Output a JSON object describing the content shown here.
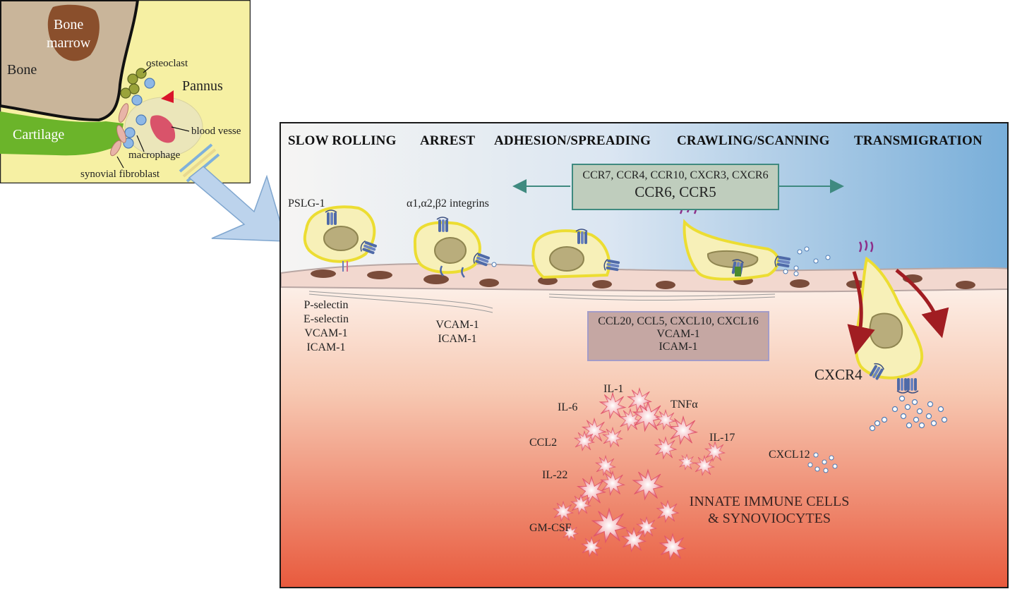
{
  "inset": {
    "labels": {
      "bone_marrow_line1": "Bone",
      "bone_marrow_line2": "marrow",
      "bone": "Bone",
      "cartilage": "Cartilage",
      "osteoclast": "osteoclast",
      "pannus": "Pannus",
      "blood_vessel": "blood vesse",
      "macrophage": "macrophage",
      "synovial_fibroblast": "synovial fibroblast"
    }
  },
  "stages": [
    "SLOW ROLLING",
    "ARREST",
    "ADHESION/SPREADING",
    "CRAWLING/SCANNING",
    "TRANSMIGRATION"
  ],
  "receptor_box": {
    "line1": "CCR7, CCR4, CCR10, CXCR3, CXCR6",
    "line2": "CCR6, CCR5"
  },
  "ligand_box": {
    "line1": "CCL20, CCL5, CXCL10, CXCL16",
    "line2": "VCAM-1",
    "line3": "ICAM-1"
  },
  "labels": {
    "pslg1": "PSLG-1",
    "integrins": "α1,α2,β2 integrins",
    "rolling_ligands": [
      "P-selectin",
      "E-selectin",
      "VCAM-1",
      "ICAM-1"
    ],
    "arrest_ligands": [
      "VCAM-1",
      "ICAM-1"
    ],
    "cxcr4": "CXCR4",
    "cxcl12": "CXCL12",
    "innate_line1": "INNATE IMMUNE CELLS",
    "innate_line2": "& SYNOVIOCYTES"
  },
  "cytokines": [
    "IL-1",
    "IL-6",
    "TNFα",
    "CCL2",
    "IL-17",
    "IL-22",
    "GM-CSF"
  ],
  "colors": {
    "inset_bg": "#f6f0a3",
    "bone": "#c9b59a",
    "marrow": "#8a4f2c",
    "cartilage": "#6bb42a",
    "vessel_top": "#f4f2ef",
    "vessel_right": "#7fb1db",
    "tissue_bottom": "#e85b3d",
    "cell_yellow": "#ecdd32",
    "nucleus": "#b9ad7c",
    "receptor_blue": "#4f6aa8",
    "arrow_teal": "#3f8a80",
    "arrow_red": "#a11d22",
    "big_arrow": "#bcd3ec"
  }
}
